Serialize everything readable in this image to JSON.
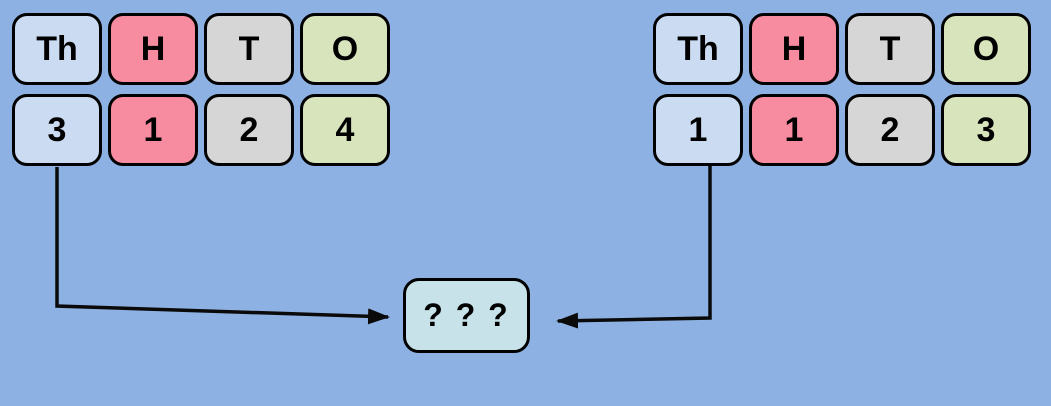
{
  "palette": {
    "background": "#8DB1E2",
    "cell_border": "#000000",
    "thousands_fill": "#CBDBF2",
    "hundreds_fill": "#F78CA0",
    "tens_fill": "#D6D6D6",
    "ones_fill": "#D8E4BC",
    "result_fill": "#C7E3E9",
    "arrow_color": "#0A0A0A"
  },
  "groups": [
    {
      "name": "left-number",
      "columns": [
        {
          "header": "Th",
          "value": "3",
          "place": "thousands"
        },
        {
          "header": "H",
          "value": "1",
          "place": "hundreds"
        },
        {
          "header": "T",
          "value": "2",
          "place": "tens"
        },
        {
          "header": "O",
          "value": "4",
          "place": "ones"
        }
      ]
    },
    {
      "name": "right-number",
      "columns": [
        {
          "header": "Th",
          "value": "1",
          "place": "thousands"
        },
        {
          "header": "H",
          "value": "1",
          "place": "hundreds"
        },
        {
          "header": "T",
          "value": "2",
          "place": "tens"
        },
        {
          "header": "O",
          "value": "3",
          "place": "ones"
        }
      ]
    }
  ],
  "result_box": {
    "label": "? ? ?"
  },
  "arrows": [
    {
      "name": "left-thousands-to-result",
      "from": "left-number thousands value",
      "to": "result-box"
    },
    {
      "name": "right-thousands-to-result",
      "from": "right-number thousands value",
      "to": "result-box"
    }
  ]
}
